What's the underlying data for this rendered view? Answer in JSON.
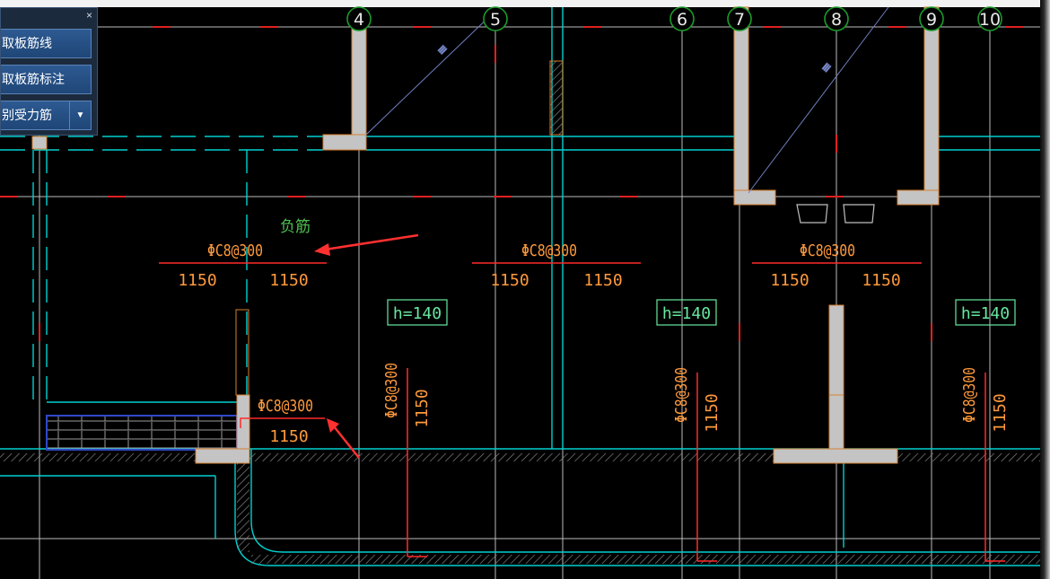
{
  "toolbar": {
    "close_label": "×",
    "buttons": [
      {
        "label": "取板筋线"
      },
      {
        "label": "取板筋标注"
      },
      {
        "label": "别受力筋",
        "dropdown_symbol": "▼"
      }
    ]
  },
  "drawing": {
    "axis_labels": [
      "4",
      "5",
      "6",
      "7",
      "8",
      "9",
      "10"
    ],
    "annotation": "负筋",
    "rebar_spec": "ΦC8@300",
    "rebar_length": "1150",
    "slab_thickness": "h=140"
  },
  "colors": {
    "background": "#000000",
    "grid": "#c8c8c8",
    "axis_red": "#ff2020",
    "wall": "#00d8d8",
    "column_fill": "#c0c0c0",
    "rebar_text": "#ff9a3c",
    "slab_label": "#66e8a0",
    "annotation_text": "#4ec04e",
    "arrow": "#ff3030",
    "hatch": "#5a5a5a"
  }
}
